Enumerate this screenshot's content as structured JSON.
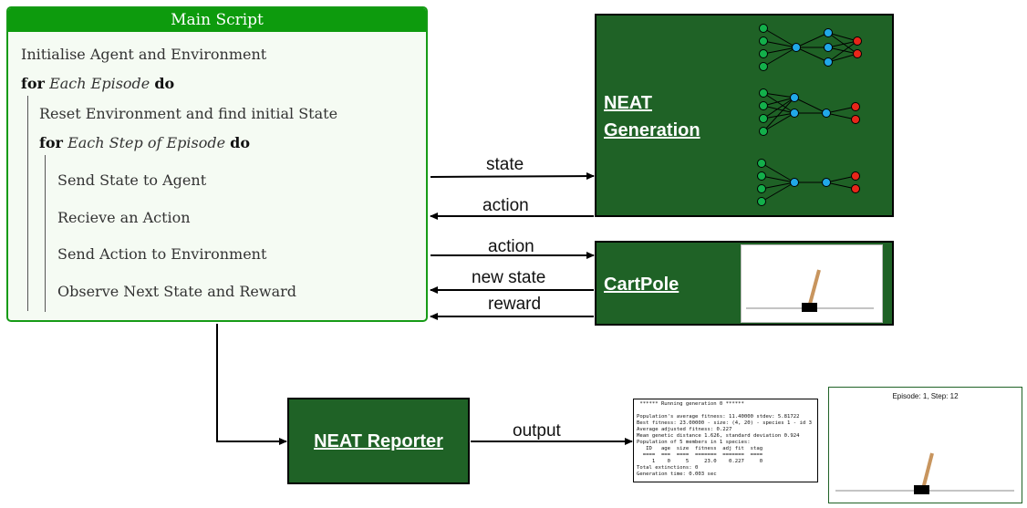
{
  "main_script": {
    "title": "Main Script",
    "line1": "Initialise Agent and Environment",
    "for_kw": "for",
    "each_episode": "Each Episode",
    "do_kw": "do",
    "reset": "Reset Environment and find initial State",
    "each_step": "Each Step of Episode",
    "send_state": "Send State to Agent",
    "recieve": "Recieve an Action",
    "send_action": "Send Action to Environment",
    "observe": "Observe Next State and Reward"
  },
  "neat_generation": {
    "title_line1": "NEAT",
    "title_line2": "Generation"
  },
  "cartpole": {
    "title": "CartPole"
  },
  "neat_reporter": {
    "title": "NEAT Reporter"
  },
  "edges": {
    "state": "state",
    "action_in": "action",
    "action_out": "action",
    "new_state": "new state",
    "reward": "reward",
    "output": "output"
  },
  "console": {
    "lines": [
      " ****** Running generation 0 ******",
      "",
      "Population's average fitness: 11.40000 stdev: 5.81722",
      "Best fitness: 23.00000 - size: (4, 20) - species 1 - id 3",
      "Average adjusted fitness: 0.227",
      "Mean genetic distance 1.626, standard deviation 0.924",
      "Population of 5 members in 1 species:",
      "   ID   age  size  fitness  adj fit  stag",
      "  ====  ===  ====  =======  =======  ====",
      "     1    0     5     23.0    0.227     0",
      "Total extinctions: 0",
      "Generation time: 0.003 sec"
    ]
  },
  "render": {
    "title": "Episode: 1, Step: 12"
  },
  "colors": {
    "box_green": "#1f6226",
    "title_green": "#0d9b0d",
    "input_node": "#13b04b",
    "hidden_node": "#21a8e8",
    "output_node": "#e8261a",
    "pole": "#c8955e"
  }
}
